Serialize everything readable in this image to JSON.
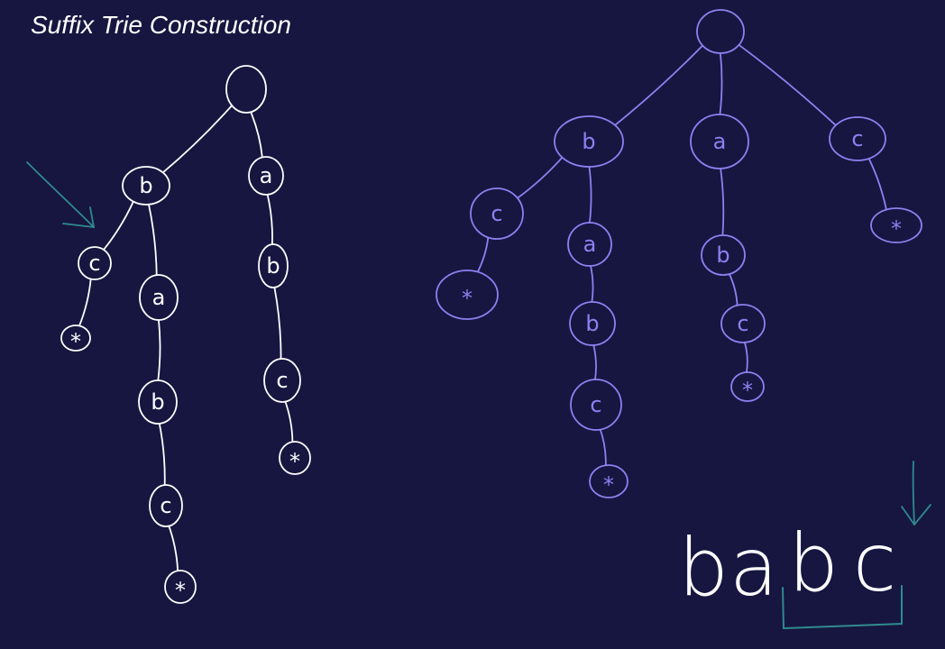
{
  "title": "Suffix Trie Construction",
  "colors": {
    "background": "#161641",
    "tree_left": "#ffffff",
    "tree_right": "#8f80f0",
    "annotation": "#2f8a8e",
    "word": "#ffffff"
  },
  "trees": [
    {
      "id": "left",
      "color_key": "tree_left",
      "nodes": [
        {
          "id": "L-root",
          "label": ""
        },
        {
          "id": "L-b",
          "label": "b"
        },
        {
          "id": "L-a1",
          "label": "a"
        },
        {
          "id": "L-c1",
          "label": "c"
        },
        {
          "id": "L-star1",
          "label": "*"
        },
        {
          "id": "L-a2",
          "label": "a"
        },
        {
          "id": "L-b2",
          "label": "b"
        },
        {
          "id": "L-c2",
          "label": "c"
        },
        {
          "id": "L-star2",
          "label": "*"
        },
        {
          "id": "L-b3",
          "label": "b"
        },
        {
          "id": "L-c3",
          "label": "c"
        },
        {
          "id": "L-star3",
          "label": "*"
        }
      ],
      "edges": [
        [
          "L-root",
          "L-b"
        ],
        [
          "L-root",
          "L-a1"
        ],
        [
          "L-b",
          "L-c1"
        ],
        [
          "L-c1",
          "L-star1"
        ],
        [
          "L-b",
          "L-a2"
        ],
        [
          "L-a2",
          "L-b2"
        ],
        [
          "L-b2",
          "L-c2"
        ],
        [
          "L-c2",
          "L-star2"
        ],
        [
          "L-a1",
          "L-b3"
        ],
        [
          "L-b3",
          "L-c3"
        ],
        [
          "L-c3",
          "L-star3"
        ]
      ]
    },
    {
      "id": "right",
      "color_key": "tree_right",
      "nodes": [
        {
          "id": "R-root",
          "label": ""
        },
        {
          "id": "R-b",
          "label": "b"
        },
        {
          "id": "R-a",
          "label": "a"
        },
        {
          "id": "R-c",
          "label": "c"
        },
        {
          "id": "R-b-c",
          "label": "c"
        },
        {
          "id": "R-b-c-star",
          "label": "*"
        },
        {
          "id": "R-b-a",
          "label": "a"
        },
        {
          "id": "R-b-a-b",
          "label": "b"
        },
        {
          "id": "R-b-a-b-c",
          "label": "c"
        },
        {
          "id": "R-b-a-b-c-star",
          "label": "*"
        },
        {
          "id": "R-a-b",
          "label": "b"
        },
        {
          "id": "R-a-b-c",
          "label": "c"
        },
        {
          "id": "R-a-b-c-star",
          "label": "*"
        },
        {
          "id": "R-c-star",
          "label": "*"
        }
      ],
      "edges": [
        [
          "R-root",
          "R-b"
        ],
        [
          "R-root",
          "R-a"
        ],
        [
          "R-root",
          "R-c"
        ],
        [
          "R-b",
          "R-b-c"
        ],
        [
          "R-b-c",
          "R-b-c-star"
        ],
        [
          "R-b",
          "R-b-a"
        ],
        [
          "R-b-a",
          "R-b-a-b"
        ],
        [
          "R-b-a-b",
          "R-b-a-b-c"
        ],
        [
          "R-b-a-b-c",
          "R-b-a-b-c-star"
        ],
        [
          "R-a",
          "R-a-b"
        ],
        [
          "R-a-b",
          "R-a-b-c"
        ],
        [
          "R-a-b-c",
          "R-a-b-c-star"
        ],
        [
          "R-c",
          "R-c-star"
        ]
      ]
    }
  ],
  "word": [
    "b",
    "a",
    "b",
    "c"
  ]
}
